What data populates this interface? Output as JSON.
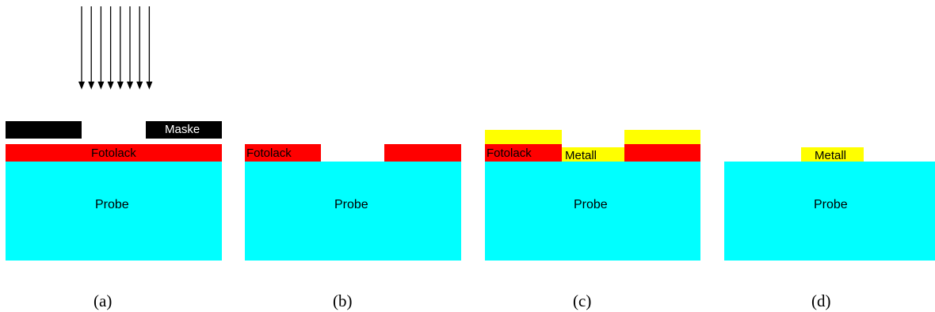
{
  "labels": {
    "probe": "Probe",
    "fotolack": "Fotolack",
    "metall": "Metall",
    "maske": "Maske"
  },
  "captions": [
    "(a)",
    "(b)",
    "(c)",
    "(d)"
  ],
  "colors": {
    "probe": "#00ffff",
    "fotolack": "#ff0000",
    "metall": "#ffff00",
    "maske": "#000000"
  },
  "exposure_arrows": {
    "count": 8,
    "icon": "down-arrow-icon"
  }
}
